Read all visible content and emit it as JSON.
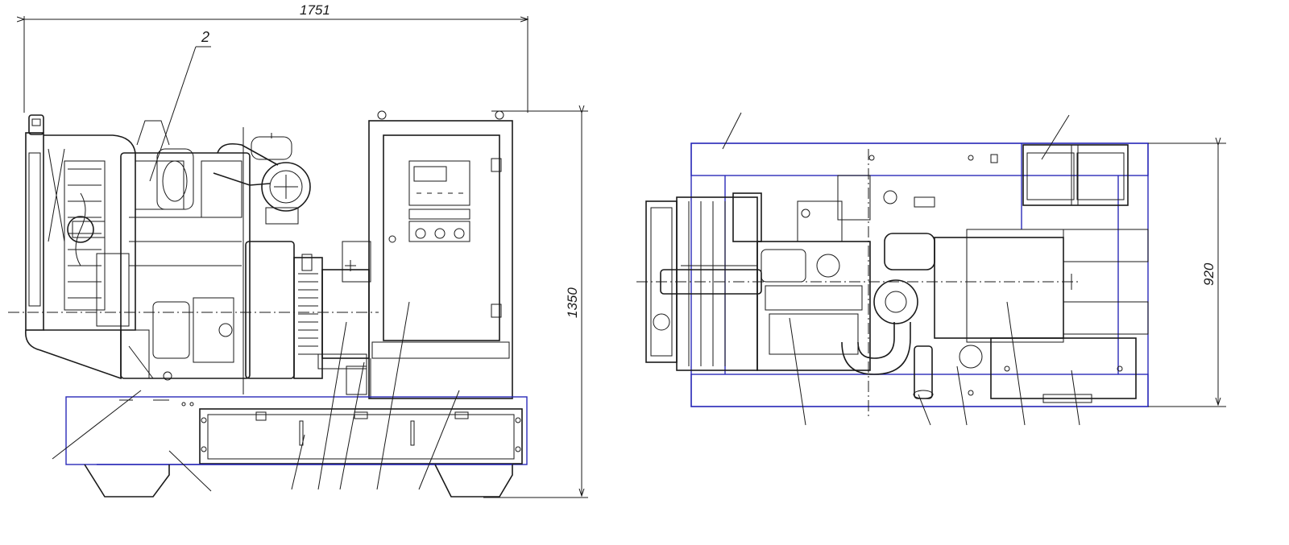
{
  "dimensions": {
    "side_length": "1751",
    "side_height": "1350",
    "top_width": "920"
  },
  "callouts": {
    "side_label_2": "2"
  },
  "colors": {
    "ink": "#1a1a1a",
    "frame_blue": "#2a2ab8"
  }
}
